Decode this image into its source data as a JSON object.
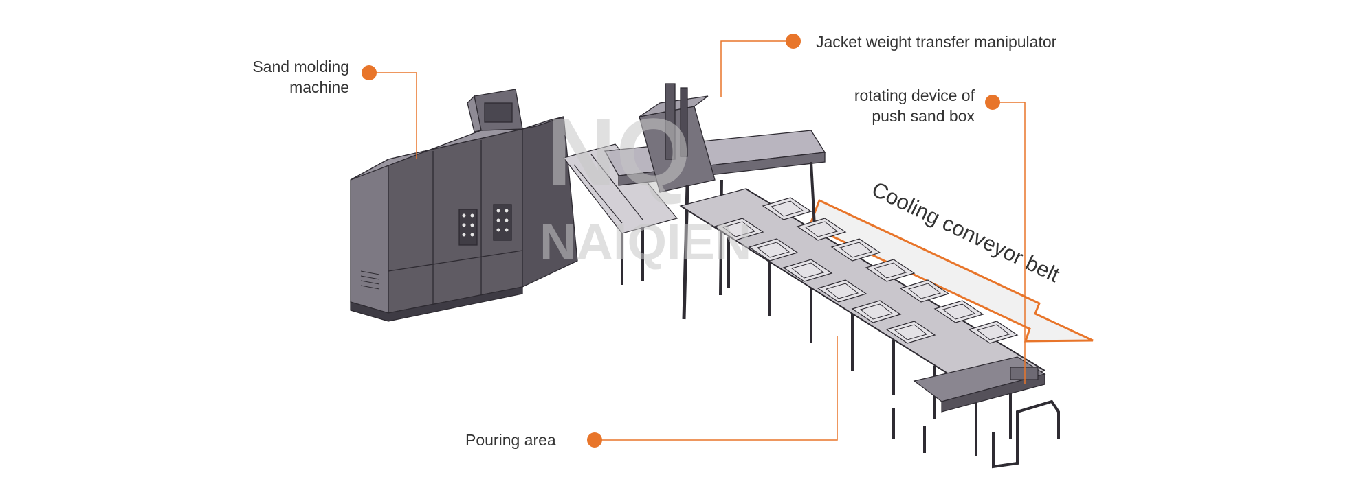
{
  "callouts": {
    "sand_molding_line1": "Sand  molding",
    "sand_molding_line2": "machine",
    "jacket": "Jacket weight transfer manipulator",
    "rotating_line1": "rotating device of",
    "rotating_line2": "push sand box",
    "conveyor": "Cooling conveyor belt",
    "pouring": "Pouring area"
  },
  "watermark": {
    "logo": "NQ",
    "brand": "NAIQIEN"
  },
  "colors": {
    "accent": "#e8752a",
    "machine_dark": "#5f5b63",
    "machine_mid": "#7a7680",
    "machine_light": "#a29ea8",
    "line": "#2e2b32",
    "arrow_fill": "#f1f1f1",
    "label_text": "#333333"
  }
}
